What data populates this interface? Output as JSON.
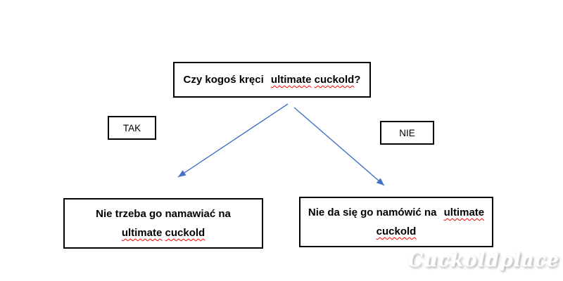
{
  "page": {
    "background": "#FFFFFF"
  },
  "flowchart": {
    "question": {
      "prefix": "Czy kogoś kręci",
      "words": [
        "ultimate",
        "cuckold"
      ],
      "suffix": "?"
    },
    "yes_label": "TAK",
    "no_label": "NIE",
    "yes_result": {
      "line1": "Nie trzeba go namawiać na",
      "line2_words": [
        "ultimate",
        "cuckold"
      ]
    },
    "no_result": {
      "line1": "Nie da się go namówić na",
      "line1_word": "ultimate",
      "line2_word": "cuckold"
    },
    "colors": {
      "arrow": "#4472C4",
      "box_border": "#000000",
      "text": "#000000",
      "spellcheck_underline": "#FF0000"
    }
  },
  "watermark": {
    "text": "Cuckoldplace"
  }
}
